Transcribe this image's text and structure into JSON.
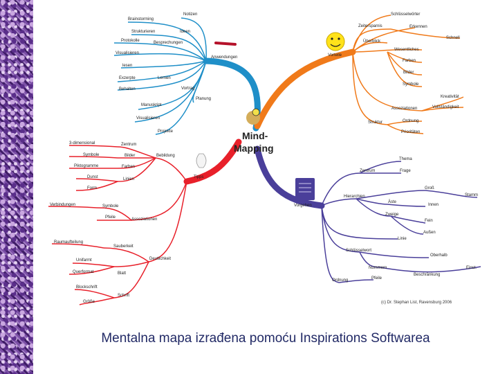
{
  "center": {
    "line1": "Mind-",
    "line2": "Mapping"
  },
  "branches": {
    "blue": {
      "name": "Anwendungen",
      "items": [
        "Notizen",
        "Brainstorming",
        "Ideen",
        "Strukturieren",
        "Protokolle",
        "Besprechungen",
        "Visualisieren",
        "lesen",
        "Exzerpte",
        "Lernen",
        "Behalten",
        "Vortrag",
        "Planung",
        "Manuskript",
        "Visualisieren",
        "Projekte"
      ]
    },
    "orange": {
      "name": "Vorteile",
      "items": [
        "Schlüsselwörter",
        "Zeitersparnis",
        "Erkennen",
        "Schnell",
        "Überblick",
        "Wesentliches",
        "Farben",
        "Bilder",
        "Symbole",
        "Kreativität",
        "Assoziationen",
        "Vollständigkeit",
        "Struktur",
        "Ordnung",
        "Prioritäten"
      ]
    },
    "red": {
      "name": "Tipps",
      "items": [
        "3-dimensional",
        "Zentrum",
        "Symbole",
        "Bilder",
        "Bebildung",
        "Piktogramme",
        "Farben",
        "Dunst",
        "Linien",
        "Form",
        "Verbindungen",
        "Symbole",
        "Pfeile",
        "Assoziationen",
        "Raumaufteilung",
        "Sauberkeit",
        "Deutlichkeit",
        "Unifarmt",
        "Querformat",
        "Blatt",
        "Blockschrift",
        "Schrift",
        "Größe"
      ]
    },
    "purple": {
      "name": "Vorgehen",
      "items": [
        "Thema",
        "Zentrum",
        "Frage",
        "Hierarchien",
        "Groß",
        "Stamm",
        "Äste",
        "Innen",
        "Zweige",
        "Fein",
        "Außen",
        "Linie",
        "Schlüsselwort",
        "Oberhalb",
        "Nummern",
        "Einst.",
        "Beschränkung",
        "Ordnung",
        "Pfeile"
      ]
    }
  },
  "credit": "(c) Dr. Stephan List, Ravensburg 2006",
  "caption": "Mentalna mapa izrađena pomoću Inspirations Softwarea",
  "colors": {
    "blue": "#1f8fc8",
    "orange": "#f07a1a",
    "red": "#e8202a",
    "purple": "#4a3f9a",
    "side_pattern": "#7b4fa6",
    "caption": "#222a66"
  }
}
